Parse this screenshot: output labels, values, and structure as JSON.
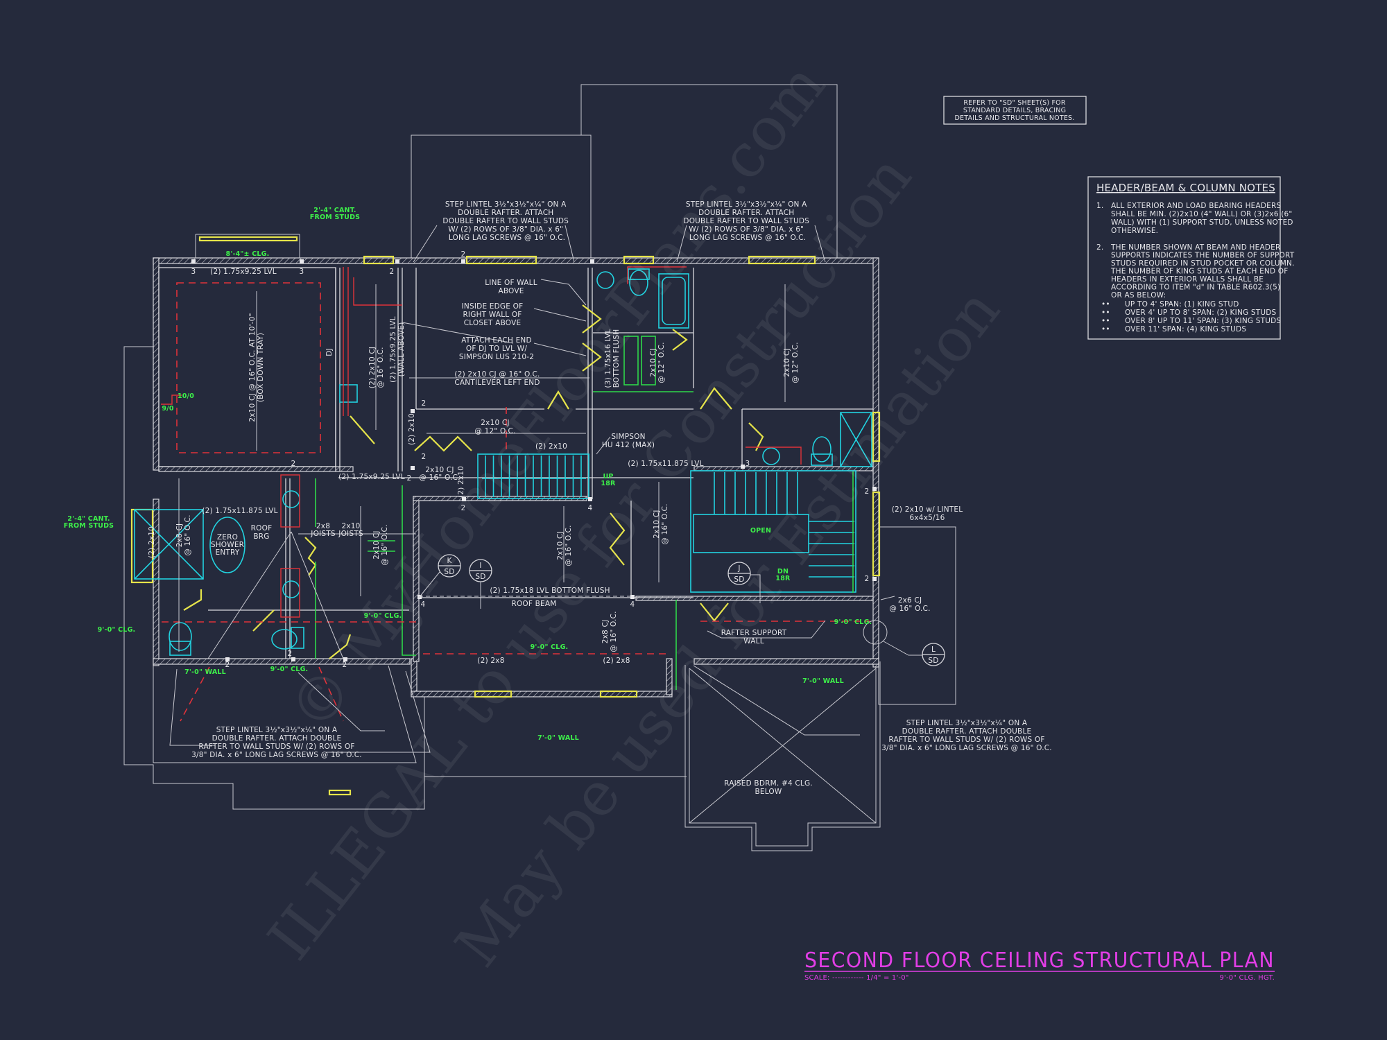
{
  "title": {
    "main": "SECOND FLOOR CEILING STRUCTURAL PLAN",
    "scale": "SCALE: ------------ 1/4\" = 1'-0\"",
    "height": "9'-0\" CLG. HGT."
  },
  "refer_note": [
    "REFER TO \"SD\" SHEET(S) FOR",
    "STANDARD DETAILS, BRACING",
    "DETAILS AND STRUCTURAL NOTES."
  ],
  "notes": {
    "heading": "HEADER/BEAM & COLUMN NOTES",
    "n1_num": "1.",
    "n1": [
      "ALL EXTERIOR AND LOAD BEARING HEADERS",
      "SHALL BE MIN. (2)2x10 (4\" WALL) OR (3)2x6 (6\"",
      "WALL) WITH (1) SUPPORT STUD, UNLESS NOTED",
      "OTHERWISE."
    ],
    "n2_num": "2.",
    "n2": [
      "THE NUMBER SHOWN AT BEAM AND HEADER",
      "SUPPORTS INDICATES THE NUMBER OF SUPPORT",
      "STUDS REQUIRED IN STUD POCKET OR COLUMN.",
      "THE NUMBER OF KING STUDS AT EACH END OF",
      "HEADERS IN EXTERIOR WALLS SHALL BE",
      "ACCORDING TO ITEM \"d\" IN TABLE R602.3(5)",
      "OR AS BELOW:"
    ],
    "bullet": "••",
    "bullets": [
      "UP TO 4' SPAN: (1) KING STUD",
      "OVER 4' UP TO 8' SPAN: (2) KING STUDS",
      "OVER 8' UP TO 11' SPAN: (3) KING STUDS",
      "OVER 11' SPAN: (4) KING STUDS"
    ]
  },
  "callouts": {
    "lintel_top": [
      "STEP LINTEL 3½\"x3½\"x¼\" ON A",
      "DOUBLE RAFTER. ATTACH",
      "DOUBLE RAFTER TO WALL STUDS",
      "W/ (2) ROWS OF 3/8\" DIA. x 6\"",
      "LONG LAG SCREWS @ 16\" O.C."
    ],
    "lintel_bottom": [
      "STEP LINTEL 3½\"x3½\"x¼\" ON A",
      "DOUBLE RAFTER. ATTACH DOUBLE",
      "RAFTER TO WALL STUDS W/ (2) ROWS OF",
      "3/8\" DIA. x 6\" LONG LAG SCREWS @ 16\" O.C."
    ],
    "line_of_wall": [
      "LINE OF WALL",
      "ABOVE"
    ],
    "inside_edge": [
      "INSIDE EDGE OF",
      "RIGHT WALL OF",
      "CLOSET ABOVE"
    ],
    "attach_dj": [
      "ATTACH EACH END",
      "OF DJ TO LVL W/",
      "SIMPSON LUS 210-2"
    ],
    "cantilever": [
      "(2) 2x10 CJ @ 16\" O.C.",
      "CANTILEVER LEFT END"
    ],
    "simpson": [
      "SIMPSON",
      "HU 412 (MAX)"
    ],
    "zero_shower": [
      "ZERO",
      "SHOWER",
      "ENTRY"
    ],
    "roof_brg": [
      "ROOF",
      "BRG"
    ],
    "rafter_support": [
      "RAFTER SUPPORT",
      "WALL"
    ],
    "raised_bdrm": [
      "RAISED BDRM. #4 CLG.",
      "BELOW"
    ],
    "lintel_right": [
      "(2) 2x10 w/ LINTEL",
      "6x4x5/16"
    ],
    "cj_2x6": [
      "2x6 CJ",
      "@ 16\" O.C."
    ],
    "cant_studs": [
      "2'-4\" CANT.",
      "FROM STUDS"
    ]
  },
  "labels": {
    "lvl_925": "(2) 1.75x9.25 LVL",
    "box_tray": [
      "2x10 CJ @ 16\" O.C. AT 10'-0\"",
      "(BOX DOWN TRAY)"
    ],
    "dj": "DJ",
    "cj_2x10_16_pair": [
      "(2) 2x10 CJ",
      "@ 16\" O.C."
    ],
    "lvl_wall_above": [
      "(2) 1.75x9.25 LVL",
      "(WALL ABOVE)"
    ],
    "two_2x10": "(2) 2x10",
    "lvl_3_175x16": [
      "(3) 1.75x16 LVL",
      "BOTTOM FLUSH"
    ],
    "cj_2x10_12": [
      "2x10 CJ",
      "@ 12\" O.C."
    ],
    "cj_2x10_16": [
      "2x10 CJ",
      "@ 16\" O.C."
    ],
    "cj_2x8_16": [
      "2x8 CJ",
      "@ 16\" O.C."
    ],
    "lvl_11875": "(2) 1.75x11.875 LVL",
    "lvl_18": "(2) 1.75x18 LVL  BOTTOM FLUSH",
    "roof_beam": "ROOF BEAM",
    "joists_2x8": [
      "2x8",
      "JOISTS"
    ],
    "joists_2x10": [
      "2x10",
      "JOISTS"
    ],
    "two_2x8": "(2) 2x8",
    "clg_84": "8'-4\"± CLG.",
    "clg_9": "9'-0\" CLG.",
    "wall_7": "7'-0\" WALL",
    "open": "OPEN",
    "up": [
      "UP",
      "18R"
    ],
    "dn": [
      "DN",
      "18R"
    ],
    "win_10": "10/0",
    "win_9": "9/0",
    "n2": "2",
    "n3": "3",
    "n4": "4"
  },
  "detail_tags": [
    {
      "letter": "K",
      "sheet": "SD"
    },
    {
      "letter": "I",
      "sheet": "SD"
    },
    {
      "letter": "J",
      "sheet": "SD"
    },
    {
      "letter": "L",
      "sheet": "SD"
    }
  ],
  "watermarks": [
    "© MyHomeFloorPlans.com",
    "ILLEGAL to use for Construction",
    "May be used for Estimation"
  ],
  "colors": {
    "background": "#252a3c",
    "linework": "#d9d9de",
    "windows_doors": "#e6e44a",
    "fixtures_stairs": "#22d3e0",
    "ceiling_notes": "#3df04a",
    "tray_beams": "#e0323a",
    "title": "#e23ee6"
  }
}
